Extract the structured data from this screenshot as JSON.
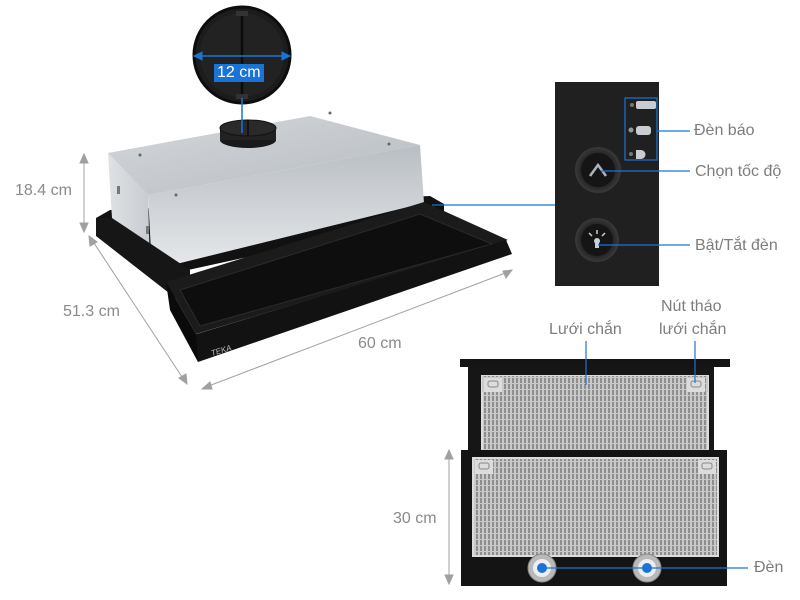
{
  "product": {
    "brand_logo": "TEKA",
    "description": "Slide-out (telescopic) range hood with dimensions and control annotations"
  },
  "dimensions": {
    "duct_diameter": "12 cm",
    "height": "18.4 cm",
    "depth": "51.3 cm",
    "width": "60 cm",
    "front_height": "30 cm"
  },
  "control_panel": {
    "labels": {
      "indicator": "Đèn báo",
      "speed_select": "Chọn tốc độ",
      "light_toggle": "Bật/Tắt đèn"
    }
  },
  "front_view": {
    "labels": {
      "filter": "Lưới chắn",
      "filter_release_line1": "Nút tháo",
      "filter_release_line2": "lưới chắn",
      "lights": "Đèn"
    }
  },
  "colors": {
    "accent_blue": "#1a73d6",
    "label_gray": "#8a8a8a",
    "dim_line_gray": "#a0a0a0",
    "hood_black": "#141414",
    "steel": "#c9cdd1"
  }
}
